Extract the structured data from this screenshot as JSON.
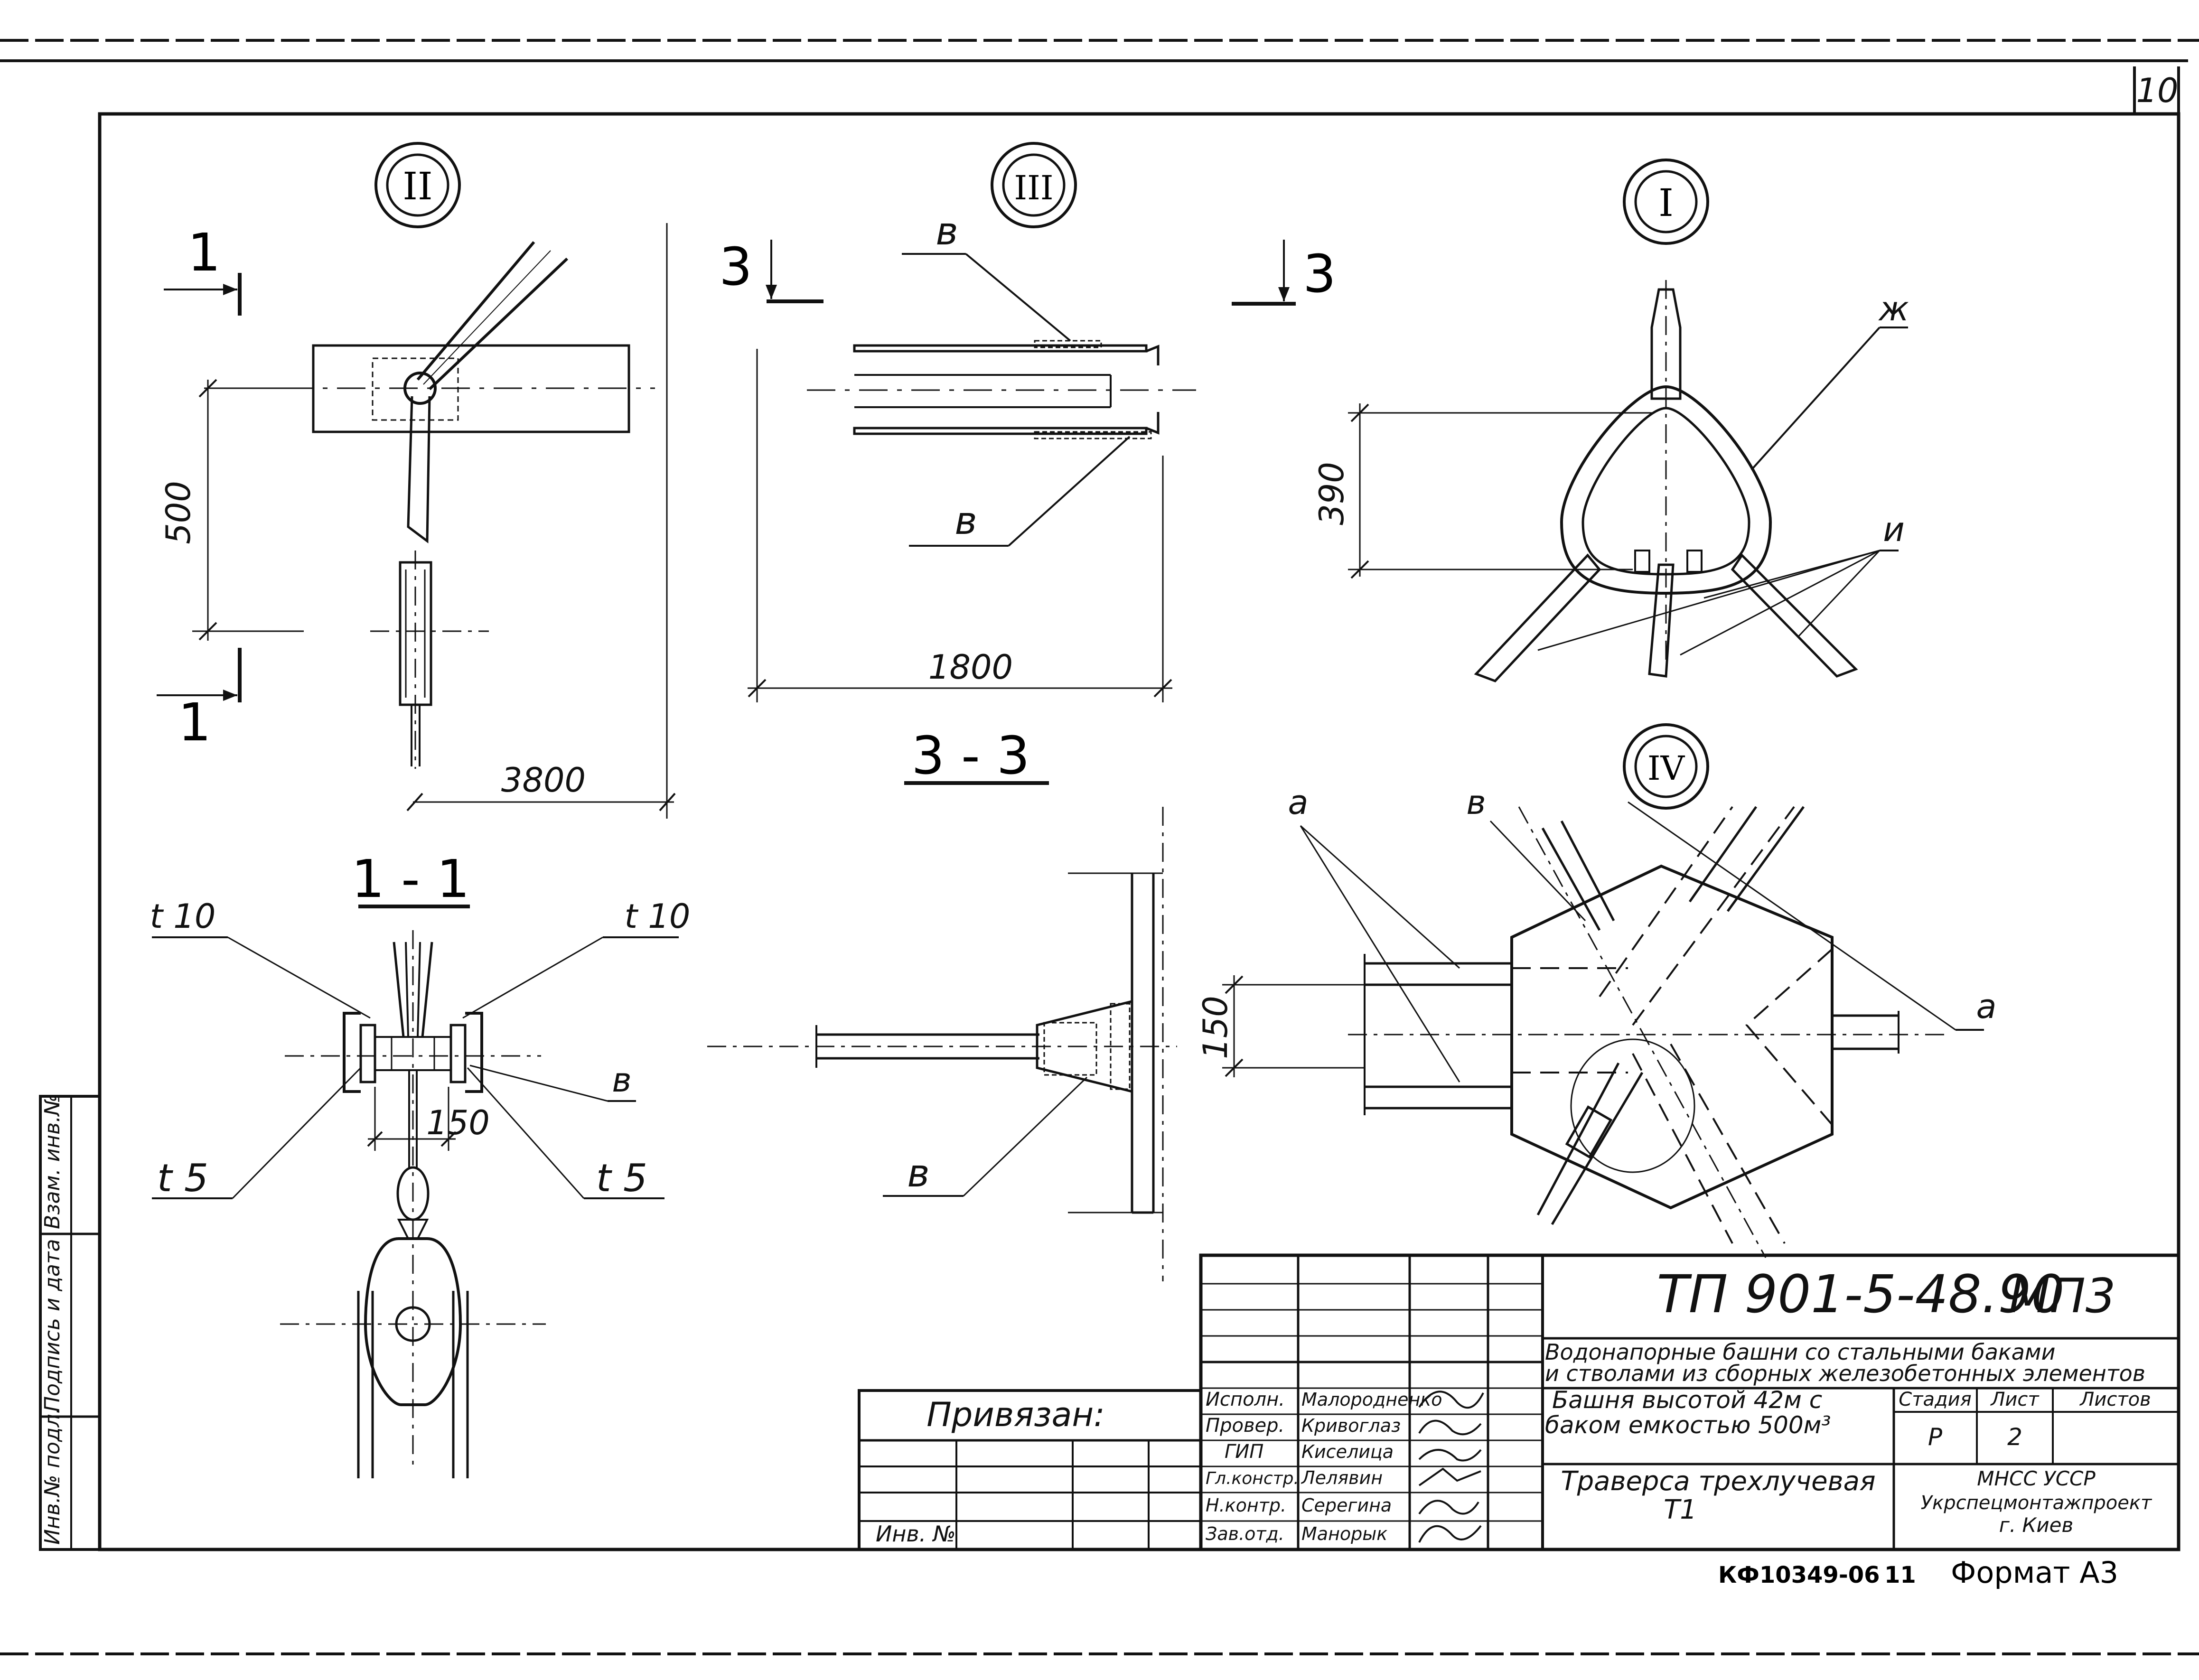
{
  "sheet": {
    "page_number": "10",
    "designation": "ТП 901-5-48.90",
    "album": "МП3",
    "description_line1": "Водонапорные башни со стальными баками",
    "description_line2": "и стволами из сборных железобетонных элементов",
    "tower_line1": "Башня высотой 42м с",
    "tower_line2": "баком емкостью 500м³",
    "drawing_title": "Траверса трехлучевая",
    "drawing_code": "Т1",
    "organization_line1": "МНСС УССР",
    "organization_line2": "Укрспецмонтажпроект",
    "organization_line3": "г. Киев",
    "header_stage": "Стадия",
    "header_sheet": "Лист",
    "header_sheets": "Листов",
    "stage": "Р",
    "sheet_no": "2",
    "bottom_code": "КФ10349-06",
    "bottom_num": "11",
    "format": "Формат А3",
    "attached_label": "Привязан:",
    "inv_label": "Инв. №"
  },
  "signatures": [
    {
      "role": "Исполн.",
      "name": "Малородненко"
    },
    {
      "role": "Провер.",
      "name": "Кривоглаз"
    },
    {
      "role": "ГИП",
      "name": "Киселица"
    },
    {
      "role": "Гл.констр.",
      "name": "Лелявин"
    },
    {
      "role": "Н.контр.",
      "name": "Серегина"
    },
    {
      "role": "Зав.отд.",
      "name": "Манорык"
    }
  ],
  "side_stamp": [
    "Инв.№ подл.",
    "Подпись и дата",
    "Взам. инв.№"
  ],
  "views": {
    "view1": "I",
    "view2": "II",
    "view3": "III",
    "view4": "IV",
    "section11": "1 - 1",
    "section33": "3 - 3"
  },
  "labels": {
    "cut1": "1",
    "cut3": "3",
    "b": "в",
    "a": "а",
    "zh": "ж",
    "i": "и",
    "t10": "t 10",
    "t5": "t 5"
  },
  "dims": {
    "d500": "500",
    "d3800": "3800",
    "d1800": "1800",
    "d390": "390",
    "d150a": "150",
    "d150b": "150"
  }
}
